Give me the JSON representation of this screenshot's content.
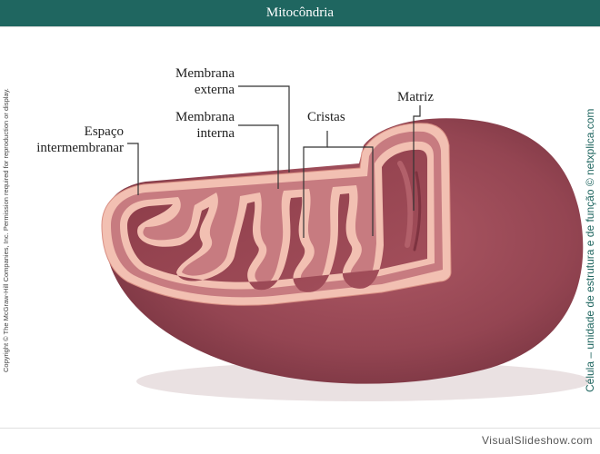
{
  "header": {
    "title": "Mitocôndria"
  },
  "labels": {
    "membrana_externa": [
      "Membrana",
      "externa"
    ],
    "membrana_interna": [
      "Membrana",
      "interna"
    ],
    "espaco_intermembranar": [
      "Espaço",
      "intermembranar"
    ],
    "cristas": "Cristas",
    "matriz": "Matriz"
  },
  "copyright": "Copyright © The McGraw-Hill Companies, Inc. Permission required for reproduction or display.",
  "side_credit": "Célula – unidade de estrutura e de função © netxplica.com",
  "watermark": "VisualSlideshow.com",
  "colors": {
    "header_bg": "#1f6660",
    "body": "#9a4a55",
    "membrane": "#f2c0b2",
    "inner": "#8e3f4b",
    "credit_text": "#1f6660"
  }
}
